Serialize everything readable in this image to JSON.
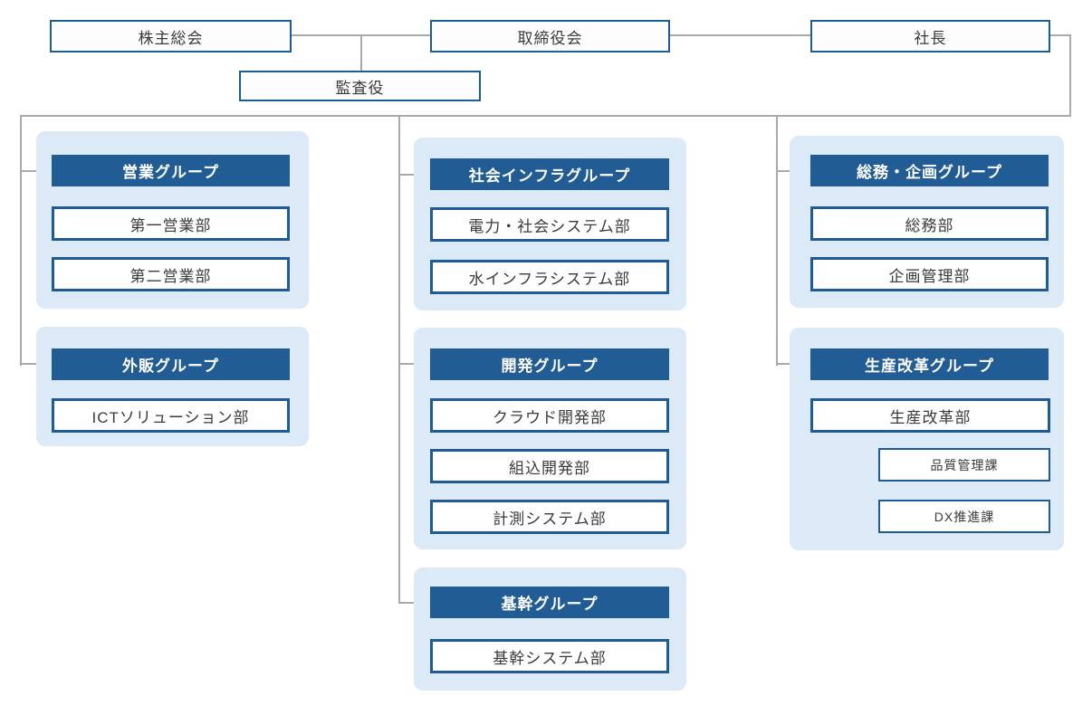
{
  "colors": {
    "header_blue": "#215c94",
    "box_border_blue": "#1f5c96",
    "panel_bg": "#dce9f6",
    "connector_gray": "#a9a9a9",
    "text_dark": "#3a3a3a",
    "header_text": "#ffffff"
  },
  "top_nodes": {
    "shareholders_meeting": "株主総会",
    "board_of_directors": "取締役会",
    "president": "社長",
    "auditor": "監査役"
  },
  "columns": [
    {
      "groups": [
        {
          "title": "営業グループ",
          "departments": [
            "第一営業部",
            "第二営業部"
          ]
        },
        {
          "title": "外販グループ",
          "departments": [
            "ICTソリューション部"
          ]
        }
      ]
    },
    {
      "groups": [
        {
          "title": "社会インフラグループ",
          "departments": [
            "電力・社会システム部",
            "水インフラシステム部"
          ]
        },
        {
          "title": "開発グループ",
          "departments": [
            "クラウド開発部",
            "組込開発部",
            "計測システム部"
          ]
        },
        {
          "title": "基幹グループ",
          "departments": [
            "基幹システム部"
          ]
        }
      ]
    },
    {
      "groups": [
        {
          "title": "総務・企画グループ",
          "departments": [
            "総務部",
            "企画管理部"
          ]
        },
        {
          "title": "生産改革グループ",
          "departments": [
            "生産改革部"
          ],
          "sections": [
            "品質管理課",
            "DX推進課"
          ]
        }
      ]
    }
  ]
}
